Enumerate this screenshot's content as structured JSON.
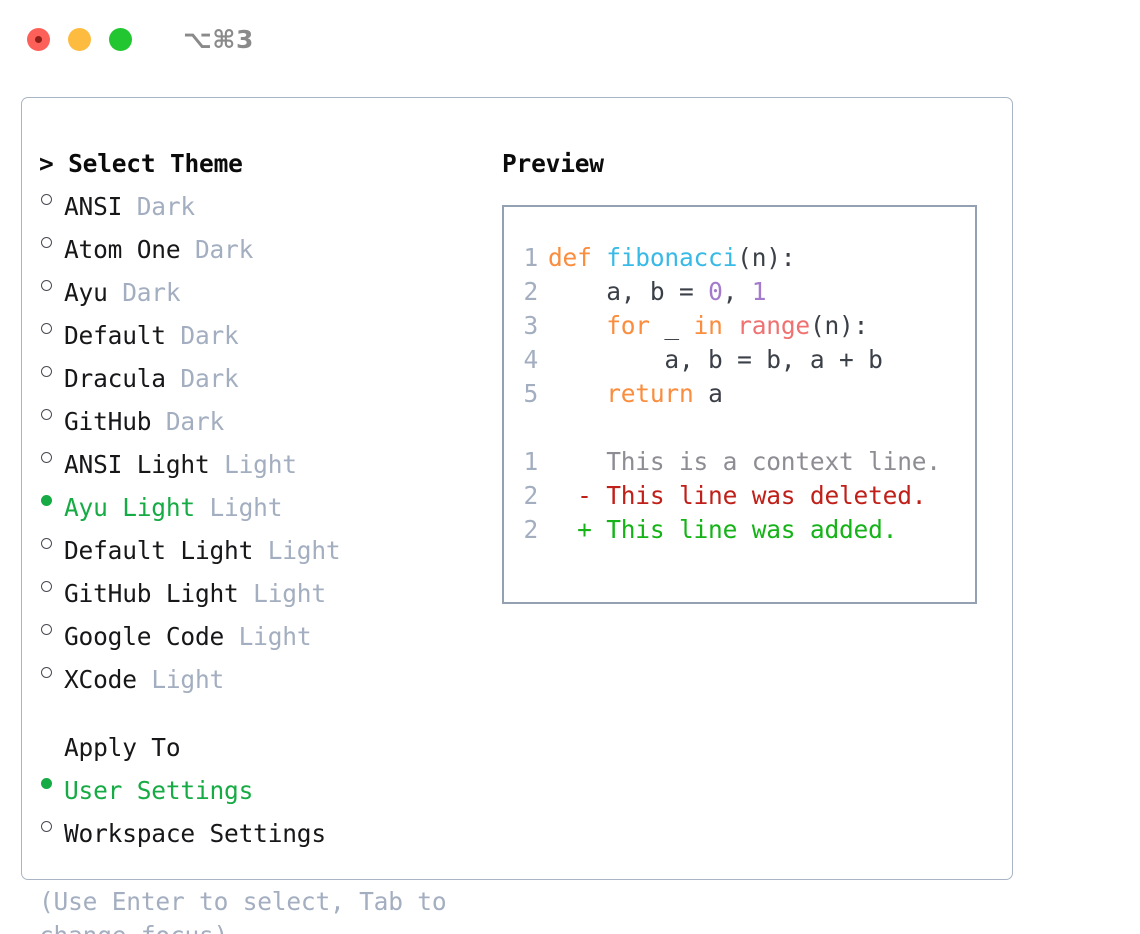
{
  "titlebar": {
    "shortcut": "⌥⌘3",
    "buttons": [
      "close",
      "minimize",
      "maximize"
    ]
  },
  "theme_list": {
    "heading": "> Select Theme",
    "options": [
      {
        "bullet": "○",
        "name": "ANSI",
        "tag": "Dark",
        "selected": false
      },
      {
        "bullet": "○",
        "name": "Atom One",
        "tag": "Dark",
        "selected": false
      },
      {
        "bullet": "○",
        "name": "Ayu",
        "tag": "Dark",
        "selected": false
      },
      {
        "bullet": "○",
        "name": "Default",
        "tag": "Dark",
        "selected": false
      },
      {
        "bullet": "○",
        "name": "Dracula",
        "tag": "Dark",
        "selected": false
      },
      {
        "bullet": "○",
        "name": "GitHub",
        "tag": "Dark",
        "selected": false
      },
      {
        "bullet": "○",
        "name": "ANSI Light",
        "tag": "Light",
        "selected": false
      },
      {
        "bullet": "●",
        "name": "Ayu Light",
        "tag": "Light",
        "selected": true
      },
      {
        "bullet": "○",
        "name": "Default Light",
        "tag": "Light",
        "selected": false
      },
      {
        "bullet": "○",
        "name": "GitHub Light",
        "tag": "Light",
        "selected": false
      },
      {
        "bullet": "○",
        "name": "Google Code",
        "tag": "Light",
        "selected": false
      },
      {
        "bullet": "○",
        "name": "XCode",
        "tag": "Light",
        "selected": false
      }
    ]
  },
  "apply_to": {
    "label": "Apply To",
    "options": [
      {
        "bullet": "●",
        "name": "User Settings",
        "selected": true
      },
      {
        "bullet": "○",
        "name": "Workspace Settings",
        "selected": false
      }
    ]
  },
  "hint": "(Use Enter to select, Tab to change focus)",
  "preview": {
    "title": "Preview",
    "code_lines": [
      {
        "number": "1",
        "tokens": [
          {
            "t": "def ",
            "c": "kw"
          },
          {
            "t": "fibonacci",
            "c": "fn"
          },
          {
            "t": "(n):",
            "c": "pln"
          }
        ]
      },
      {
        "number": "2",
        "tokens": [
          {
            "t": "    a, b = ",
            "c": "pln"
          },
          {
            "t": "0",
            "c": "num"
          },
          {
            "t": ", ",
            "c": "pln"
          },
          {
            "t": "1",
            "c": "num"
          }
        ]
      },
      {
        "number": "3",
        "tokens": [
          {
            "t": "    ",
            "c": "pln"
          },
          {
            "t": "for",
            "c": "kw"
          },
          {
            "t": " _ ",
            "c": "pln"
          },
          {
            "t": "in",
            "c": "kw"
          },
          {
            "t": " ",
            "c": "pln"
          },
          {
            "t": "range",
            "c": "bif"
          },
          {
            "t": "(n):",
            "c": "pln"
          }
        ]
      },
      {
        "number": "4",
        "tokens": [
          {
            "t": "        a, b = b, a + b",
            "c": "pln"
          }
        ]
      },
      {
        "number": "5",
        "tokens": [
          {
            "t": "    ",
            "c": "pln"
          },
          {
            "t": "return",
            "c": "kw"
          },
          {
            "t": " a",
            "c": "pln"
          }
        ]
      }
    ],
    "diff_lines": [
      {
        "number": "1",
        "marker": " ",
        "text": "This is a context line.",
        "kind": "ctx"
      },
      {
        "number": "2",
        "marker": "-",
        "text": "This line was deleted.",
        "kind": "del"
      },
      {
        "number": "2",
        "marker": "+",
        "text": "This line was added.",
        "kind": "add"
      }
    ]
  },
  "colors": {
    "accent_green": "#16ab44",
    "muted_gray": "#a3aec0",
    "keyword_orange": "#fa8d3e",
    "function_blue": "#39bae6",
    "number_purple": "#a37acc",
    "builtin_red": "#f07171",
    "diff_delete": "#c0201a",
    "diff_add": "#15b318",
    "border": "#a9b4c4"
  }
}
